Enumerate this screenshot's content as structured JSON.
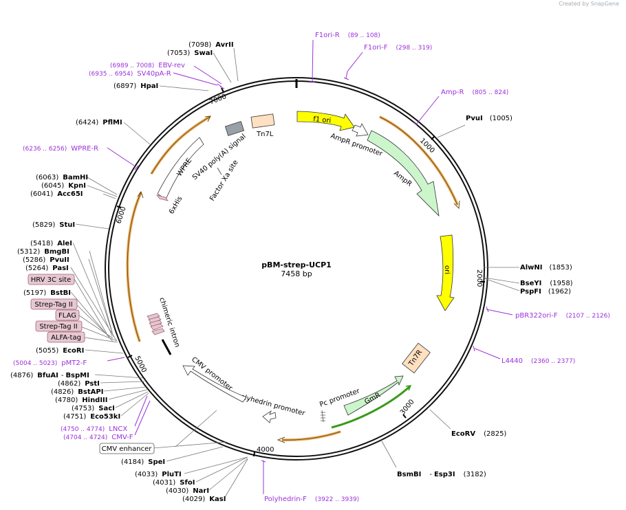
{
  "credit": {
    "prefix": "Created by",
    "brand": "SnapGene"
  },
  "plasmid": {
    "name": "pBM-strep-UCP1",
    "length": "7458 bp"
  },
  "ticks": [
    "1000",
    "2000",
    "3000",
    "4000",
    "5000",
    "6000",
    "7000"
  ],
  "sites": [
    {
      "pos": "(7098)",
      "name": "AvrII"
    },
    {
      "pos": "(7053)",
      "name": "SwaI"
    },
    {
      "pos": "(6897)",
      "name": "HpaI"
    },
    {
      "pos": "(6424)",
      "name": "PflMI"
    },
    {
      "pos": "(6063)",
      "name": "BamHI"
    },
    {
      "pos": "(6045)",
      "name": "KpnI"
    },
    {
      "pos": "(6041)",
      "name": "Acc65I"
    },
    {
      "pos": "(5829)",
      "name": "StuI"
    },
    {
      "pos": "(5418)",
      "name": "AleI"
    },
    {
      "pos": "(5312)",
      "name": "BmgBI"
    },
    {
      "pos": "(5286)",
      "name": "PvuII"
    },
    {
      "pos": "(5264)",
      "name": "PasI"
    },
    {
      "pos": "(5197)",
      "name": "BstBI"
    },
    {
      "pos": "(5055)",
      "name": "EcoRI"
    },
    {
      "pos": "(4876)",
      "name": "BfuAI",
      "name2": "BspMI"
    },
    {
      "pos": "(4862)",
      "name": "PstI"
    },
    {
      "pos": "(4826)",
      "name": "BstAPI"
    },
    {
      "pos": "(4780)",
      "name": "HindIII"
    },
    {
      "pos": "(4753)",
      "name": "SacI"
    },
    {
      "pos": "(4751)",
      "name": "Eco53kI"
    },
    {
      "pos": "(4184)",
      "name": "SpeI"
    },
    {
      "pos": "(4033)",
      "name": "PluTI"
    },
    {
      "pos": "(4031)",
      "name": "SfoI"
    },
    {
      "pos": "(4030)",
      "name": "NarI"
    },
    {
      "pos": "(4029)",
      "name": "KasI"
    },
    {
      "pos": "(1005)",
      "name": "PvuI"
    },
    {
      "pos": "(1853)",
      "name": "AlwNI"
    },
    {
      "pos": "(1958)",
      "name": "BseYI"
    },
    {
      "pos": "(1962)",
      "name": "PspFI"
    },
    {
      "pos": "(2825)",
      "name": "EcoRV"
    },
    {
      "pos": "(3182)",
      "name": "BsmBI",
      "name2": "Esp3I"
    }
  ],
  "primers": [
    {
      "name": "F1ori-R",
      "range": "(89 .. 108)"
    },
    {
      "name": "F1ori-F",
      "range": "(298 .. 319)"
    },
    {
      "name": "Amp-R",
      "range": "(805 .. 824)"
    },
    {
      "name": "pBR322ori-F",
      "range": "(2107 .. 2126)"
    },
    {
      "name": "L4440",
      "range": "(2360 .. 2377)"
    },
    {
      "name": "Polyhedrin-F",
      "range": "(3922 .. 3939)"
    },
    {
      "name": "CMV-F",
      "range": "(4704 .. 4724)"
    },
    {
      "name": "LNCX",
      "range": "(4750 .. 4774)"
    },
    {
      "name": "pMT2-F",
      "range": "(5004 .. 5023)"
    },
    {
      "name": "WPRE-R",
      "range": "(6236 .. 6256)"
    },
    {
      "name": "SV40pA-R",
      "range": "(6935 .. 6954)"
    },
    {
      "name": "EBV-rev",
      "range": "(6989 .. 7008)"
    }
  ],
  "tags": [
    "HRV 3C site",
    "Strep-Tag II",
    "FLAG",
    "Strep-Tag II",
    "ALFA-tag",
    "CMV enhancer"
  ],
  "features": {
    "f1_ori": "f1 ori",
    "ampr_promoter": "AmpR promoter",
    "ampr": "AmpR",
    "ori": "ori",
    "tn7r": "Tn7R",
    "gmr": "GmR",
    "pc_promoter": "Pc promoter",
    "polyhedrin_promoter": "polyhedrin promoter",
    "cmv_promoter": "CMV promoter",
    "chimeric_intron": "chimeric intron",
    "his6": "6xHis",
    "factor_xa": "Factor Xa site",
    "wpre": "WPRE",
    "sv40_polya": "SV40 poly(A) signal",
    "tn7l": "Tn7L"
  },
  "colors": {
    "f1_ori": "#ffff00",
    "ori": "#ffff00",
    "ampr": "#ccf5cc",
    "gmr": "#ccf5cc",
    "tn7": "#ffe0c0",
    "orf": "#e8a040",
    "orf_green": "#3a9a1a",
    "primer": "#9b30d9",
    "tag_fill": "#e6c8d2",
    "tag_stroke": "#a06070",
    "sv40": "#9aa0a8"
  }
}
